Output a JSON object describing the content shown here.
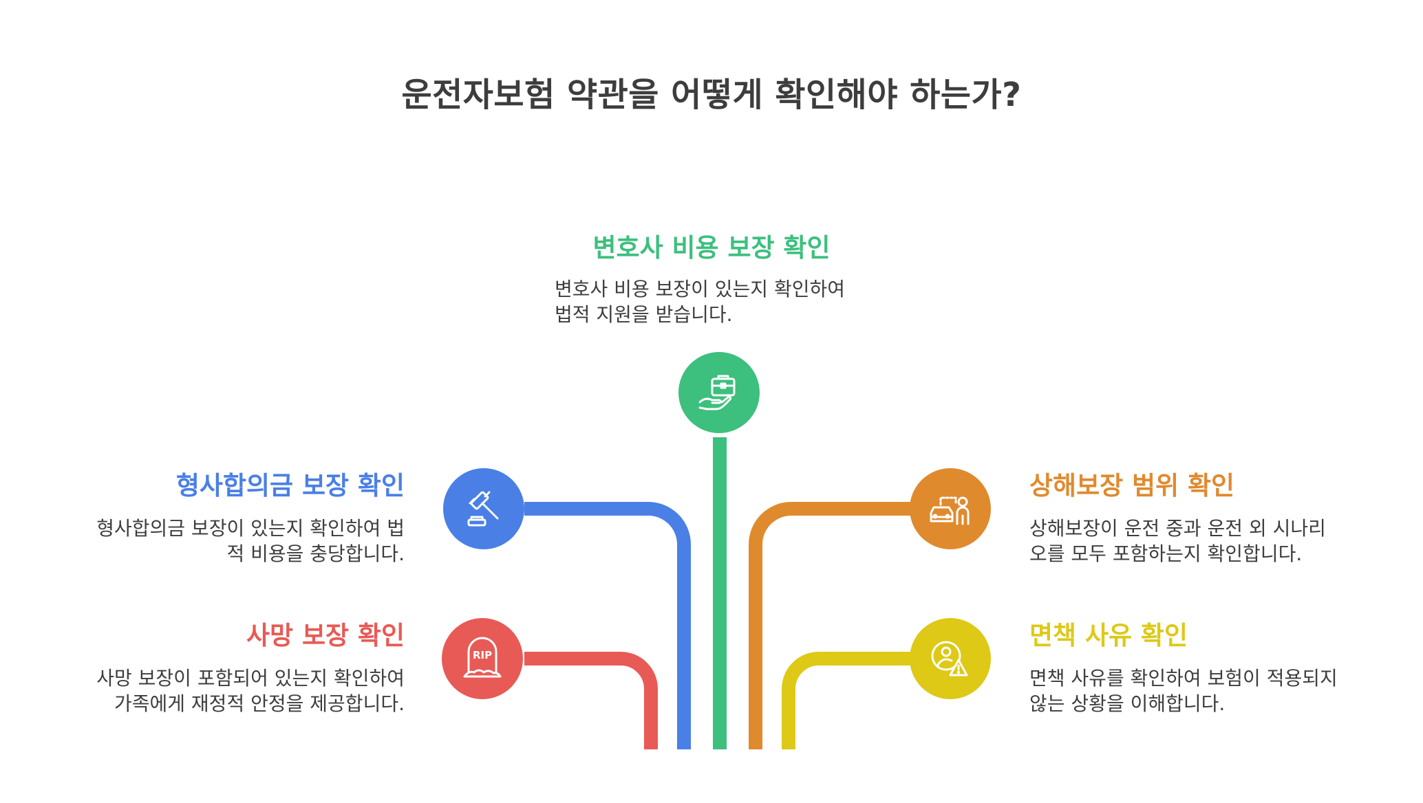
{
  "title": "운전자보험 약관을 어떻게 확인해야 하는가?",
  "colors": {
    "green": "#3dbf7e",
    "blue": "#4a7fe6",
    "orange": "#e08a2e",
    "red": "#e85a55",
    "yellow": "#ddc916",
    "text": "#3d3d3d"
  },
  "items": [
    {
      "heading": "변호사 비용 보장 확인",
      "desc_line1": "변호사 비용 보장이 있는지 확인하여",
      "desc_line2": "법적 지원을 받습니다.",
      "icon": "briefcase-hand-icon",
      "color": "green"
    },
    {
      "heading": "형사합의금 보장 확인",
      "desc_line1": "형사합의금 보장이 있는지 확인하여 법",
      "desc_line2": "적 비용을 충당합니다.",
      "icon": "gavel-icon",
      "color": "blue"
    },
    {
      "heading": "사망 보장 확인",
      "desc_line1": "사망 보장이 포함되어 있는지 확인하여",
      "desc_line2": "가족에게 재정적 안정을 제공합니다.",
      "icon": "tombstone-icon",
      "icon_text": "RIP",
      "color": "red"
    },
    {
      "heading": "상해보장 범위 확인",
      "desc_line1": "상해보장이 운전 중과 운전 외 시나리",
      "desc_line2": "오를 모두 포함하는지 확인합니다.",
      "icon": "car-person-icon",
      "color": "orange"
    },
    {
      "heading": "면책 사유 확인",
      "desc_line1": "면책 사유를 확인하여 보험이 적용되지",
      "desc_line2": "않는 상황을 이해합니다.",
      "icon": "person-warning-icon",
      "color": "yellow"
    }
  ]
}
